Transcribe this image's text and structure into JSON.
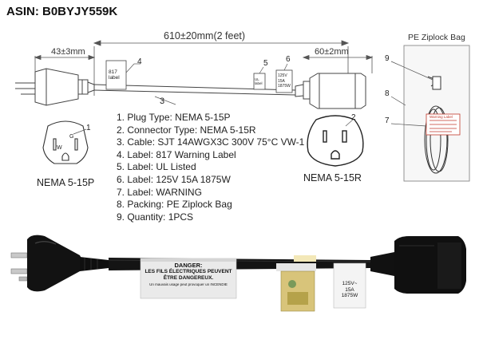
{
  "header": {
    "asin": "ASIN: B0BYJY559K"
  },
  "dimensions": {
    "total_length": "610±20mm(2 feet)",
    "plug_end": "43±3mm",
    "connector_end": "60±2mm"
  },
  "callouts": {
    "n1": "1",
    "n2": "2",
    "n3": "3",
    "n4": "4",
    "n5": "5",
    "n6": "6",
    "n7": "7",
    "n8": "8",
    "n9": "9"
  },
  "drawing_labels": {
    "warning_box_line1": "817",
    "warning_box_line2": "label",
    "ul_box_line1": "UL",
    "ul_box_line2": "label",
    "rating_box_line1": "125V",
    "rating_box_line2": "15A",
    "rating_box_line3": "1875W"
  },
  "spec_list": [
    "1. Plug Type: NEMA 5-15P",
    "2. Connector Type: NEMA 5-15R",
    "3. Cable: SJT 14AWGX3C 300V 75°C VW-1",
    "4. Label: 817 Warning Label",
    "5. Label: UL Listed",
    "6. Label: 125V 15A 1875W",
    "7. Label: WARNING",
    "8. Packing: PE Ziplock Bag",
    "9. Quantity: 1PCS"
  ],
  "plug_face": {
    "caption": "NEMA 5-15P",
    "pin_g": "G",
    "pin_w": "W"
  },
  "receptacle_face": {
    "caption": "NEMA 5-15R"
  },
  "bag": {
    "title": "PE Ziplock Bag",
    "label_text": "Warning Label"
  },
  "photo_labels": {
    "danger_title": "DANGER:",
    "danger_line1": "LES FILS ÉLECTRIQUES PEUVENT",
    "danger_line2": "ÊTRE DANGEREUX.",
    "danger_line3": "Un mauvais usage peut provoquer un INCENDIE",
    "rating_line1": "125V~",
    "rating_line2": "15A",
    "rating_line3": "1875W"
  },
  "colors": {
    "line": "#555555",
    "cable_photo": "#141414",
    "warning_red": "#c0392b"
  }
}
